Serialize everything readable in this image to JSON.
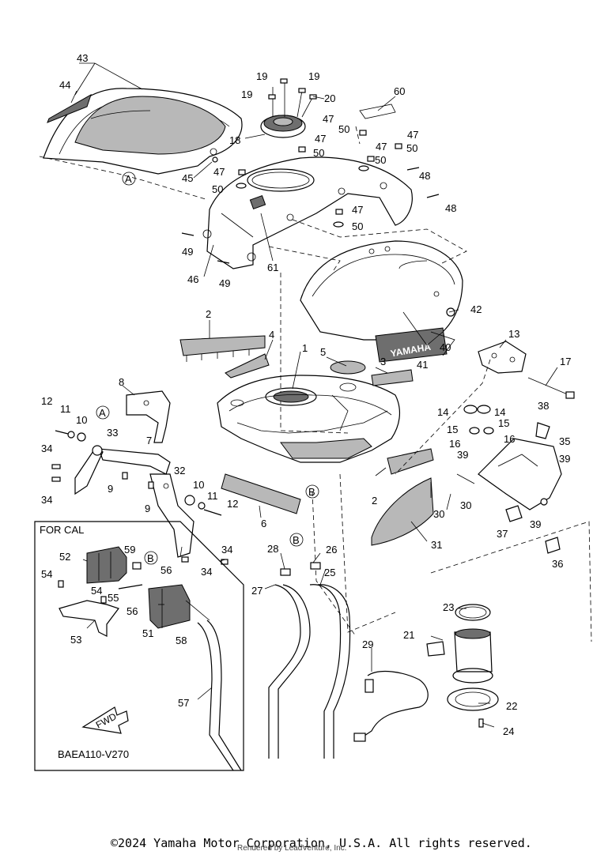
{
  "diagram": {
    "code": "BAEA110-V270",
    "box_label": "FOR CAL",
    "fwd_label": "FWD",
    "tank_brand": "YAMAHA",
    "ref_a": "A",
    "ref_b": "B",
    "callouts": [
      "1",
      "2",
      "3",
      "4",
      "5",
      "6",
      "7",
      "8",
      "9",
      "10",
      "11",
      "12",
      "13",
      "14",
      "15",
      "16",
      "17",
      "18",
      "19",
      "20",
      "21",
      "22",
      "23",
      "24",
      "25",
      "26",
      "27",
      "28",
      "29",
      "30",
      "31",
      "32",
      "33",
      "34",
      "35",
      "36",
      "37",
      "38",
      "39",
      "40",
      "41",
      "42",
      "43",
      "44",
      "45",
      "46",
      "47",
      "48",
      "49",
      "50",
      "51",
      "52",
      "53",
      "54",
      "55",
      "56",
      "57",
      "58",
      "59",
      "60",
      "61"
    ]
  },
  "footer": {
    "copyright": "©2024 Yamaha Motor Corporation, U.S.A. All rights reserved.",
    "rendered_by": "Rendered by LeadVenture, Inc."
  }
}
